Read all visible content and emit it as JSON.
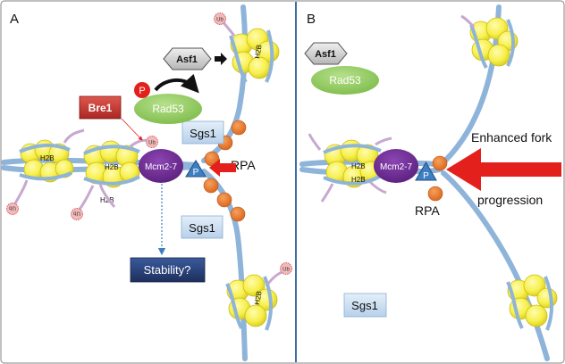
{
  "panels": {
    "a_label": "A",
    "b_label": "B"
  },
  "labels": {
    "asf1": "Asf1",
    "rad53": "Rad53",
    "bre1": "Bre1",
    "p_mark": "P",
    "sgs1": "Sgs1",
    "rpa": "RPA",
    "mcm": "Mcm2-7",
    "h2b": "H2B",
    "ub": "Ub",
    "stability": "Stability?",
    "enhanced_line1": "Enhanced fork",
    "enhanced_line2": "progression"
  },
  "colors": {
    "dna": "#8fb4d9",
    "dna_dark": "#6f98c4",
    "histone": "#f7f04a",
    "histone_stroke": "#c9bd1c",
    "mcm": "#6a2a8e",
    "rad53": "#8ec95b",
    "bre1": "#c0332e",
    "asf1": "#c9c9c9",
    "sgs1": "#c7dcef",
    "rpa": "#e2762a",
    "red_arrow": "#e3201b",
    "ub": "#f2b9b9",
    "ub_stroke": "#d2555a",
    "tail": "#c7a9cf",
    "stability_box": "#243a70",
    "divider": "#3f6ea3"
  }
}
